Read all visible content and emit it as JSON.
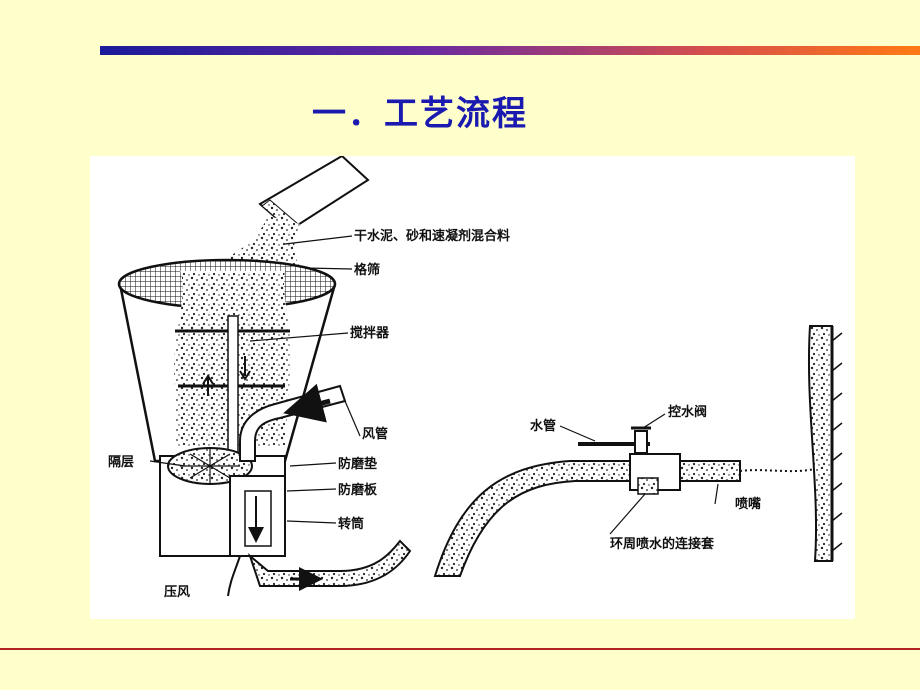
{
  "slide": {
    "title": "一．工艺流程"
  },
  "colors": {
    "background": "#FFFFCC",
    "title": "#1A1AB0",
    "bar_start": "#1A1A9A",
    "bar_end": "#FF7A14",
    "bottom_line": "#B22222"
  },
  "diagram": {
    "labels": {
      "dry_mix": "干水泥、砂和速凝剂混合料",
      "screen": "格筛",
      "stirrer": "搅拌器",
      "air_pipe": "风管",
      "partition": "隔层",
      "wear_pad": "防磨垫",
      "wear_plate": "防磨板",
      "rotor": "转筒",
      "compressed_air": "压风",
      "water_pipe": "水管",
      "water_valve": "控水阀",
      "nozzle": "喷嘴",
      "ring_sleeve": "环周喷水的连接套"
    }
  }
}
